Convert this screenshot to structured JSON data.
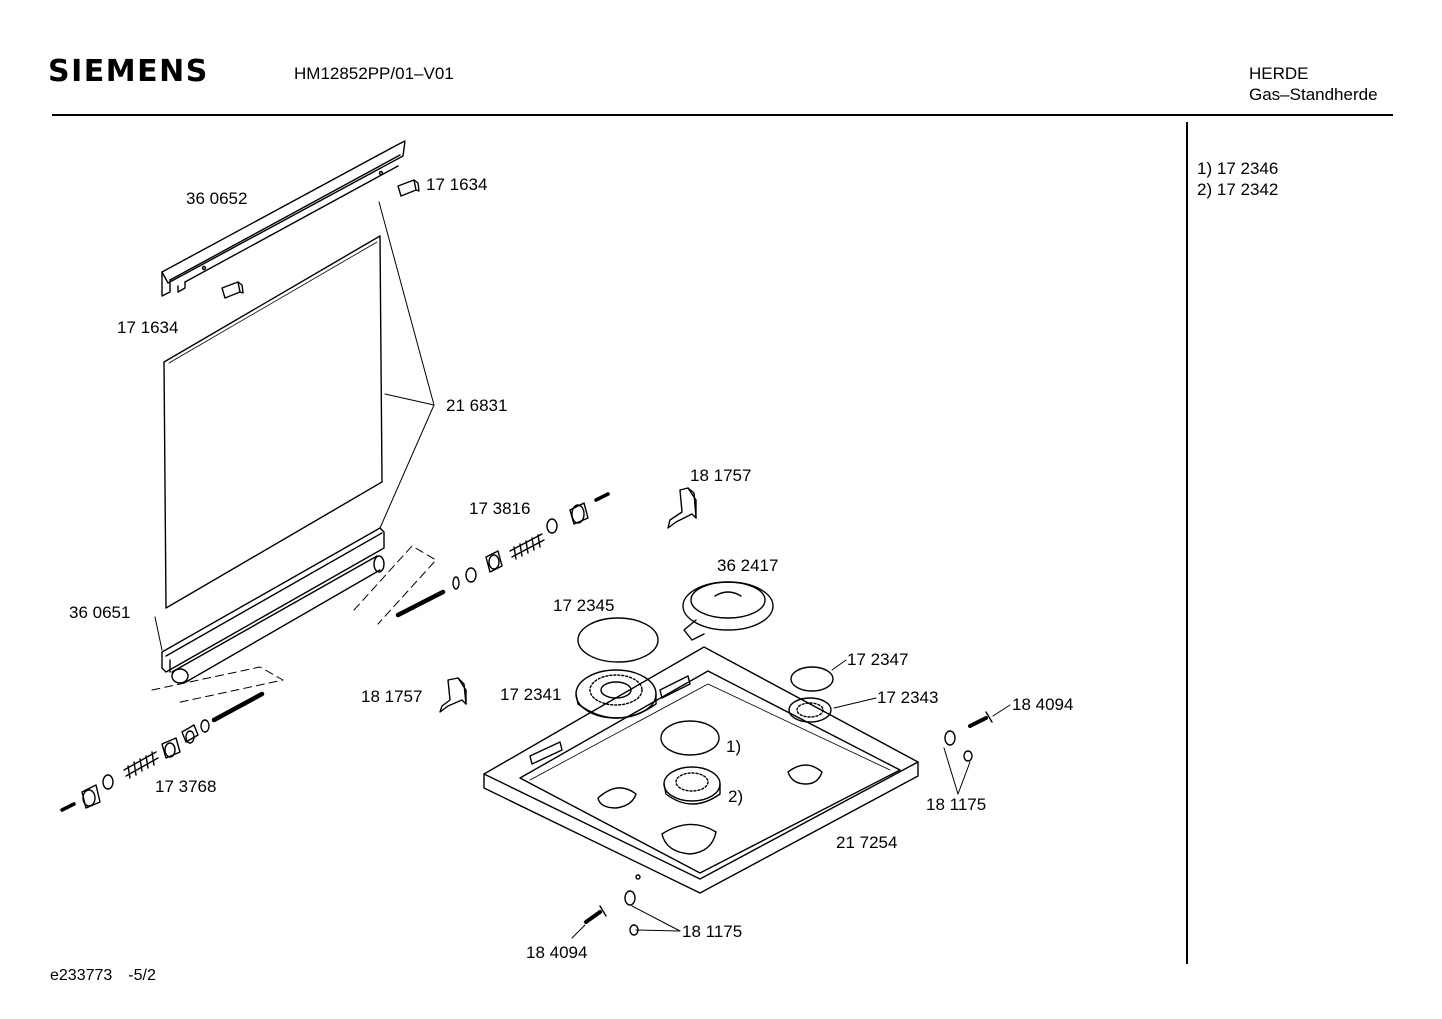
{
  "header": {
    "brand": "SIEMENS",
    "model": "HM12852PP/01–V01",
    "category": "HERDE",
    "subcategory": "Gas–Standherde"
  },
  "notes": [
    {
      "key": "1)",
      "part": "17 2346"
    },
    {
      "key": "2)",
      "part": "17 2342"
    }
  ],
  "footer": {
    "doc_id": "e233773",
    "page": "-5/2"
  },
  "parts": [
    "36 0652",
    "17 1634",
    "17 1634",
    "21 6831",
    "18 1757",
    "17 3816",
    "36 2417",
    "36 0651",
    "17 2345",
    "17 2347",
    "18 1757",
    "17 2341",
    "17 2343",
    "18 4094",
    "1)",
    "17 3768",
    "2)",
    "18 1175",
    "21 7254",
    "18 1175",
    "18 4094"
  ]
}
